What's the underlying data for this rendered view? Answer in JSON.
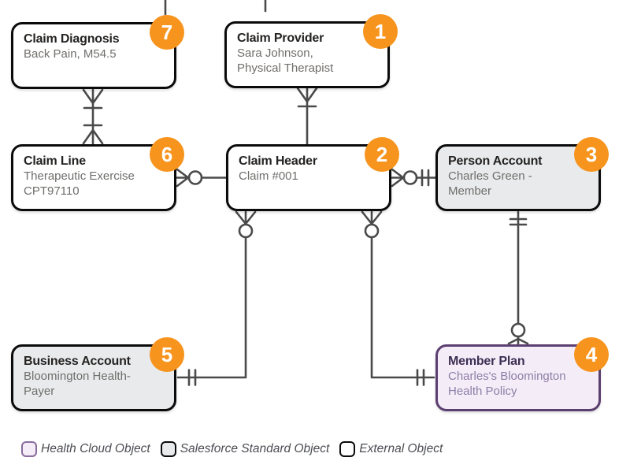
{
  "colors": {
    "background": "#FFFFFF",
    "badge": "#F7941E",
    "badge_text": "#FFFFFF",
    "connector": "#4A4A4A",
    "node_border": "#0B0B0B",
    "external_fill": "#FFFFFF",
    "standard_fill": "#E8EAEC",
    "healthcloud_fill": "#F4EDF8",
    "healthcloud_border": "#5C3F71",
    "legend_healthcloud_border": "#8A6B9E",
    "title_text": "#252321",
    "subtitle_text": "#706E6B",
    "healthcloud_title_text": "#3E2F54",
    "healthcloud_subtitle_text": "#8E7DA6",
    "legend_text": "#4B4D52"
  },
  "diagram": {
    "boxes": [
      {
        "badge": "7",
        "title": "Claim Diagnosis",
        "lines": [
          "Back Pain, M54.5"
        ],
        "type": "external"
      },
      {
        "badge": "1",
        "title": "Claim Provider",
        "lines": [
          "Sara Johnson,",
          "Physical Therapist"
        ],
        "type": "external"
      },
      {
        "badge": "6",
        "title": "Claim Line",
        "lines": [
          "Therapeutic Exercise",
          "CPT97110"
        ],
        "type": "external"
      },
      {
        "badge": "2",
        "title": "Claim Header",
        "lines": [
          "Claim #001"
        ],
        "type": "external"
      },
      {
        "badge": "3",
        "title": "Person Account",
        "lines": [
          "Charles Green -",
          "Member"
        ],
        "type": "standard"
      },
      {
        "badge": "5",
        "title": "Business Account",
        "lines": [
          "Bloomington Health-",
          "Payer"
        ],
        "type": "standard"
      },
      {
        "badge": "4",
        "title": "Member Plan",
        "lines": [
          "Charles's Bloomington",
          "Health Policy"
        ],
        "type": "healthcloud"
      }
    ],
    "connectors": [
      {
        "from": "Claim Diagnosis",
        "to": "Claim Line",
        "from_end": "many (crow's foot + bar)",
        "to_end": "many (crow's foot + bar)"
      },
      {
        "from": "Claim Provider",
        "to": "Claim Header",
        "from_end": "many (crow's foot + bar)",
        "to_end": "plain"
      },
      {
        "from": "Claim Line",
        "to": "Claim Header",
        "from_end": "zero or many (crow's foot + circle)",
        "to_end": "plain"
      },
      {
        "from": "Claim Header",
        "to": "Person Account",
        "from_end": "zero or many (crow's foot + circle)",
        "to_end": "exactly one (double bar)"
      },
      {
        "from": "Claim Header",
        "to": "Business Account",
        "from_end": "zero or many (crow's foot + circle)",
        "to_end": "exactly one (double bar)"
      },
      {
        "from": "Claim Header",
        "to": "Member Plan",
        "from_end": "zero or many (crow's foot + circle)",
        "to_end": "exactly one (double bar)"
      },
      {
        "from": "Person Account",
        "to": "Member Plan",
        "from_end": "exactly one (double bar)",
        "to_end": "zero or many (crow's foot + circle)"
      }
    ],
    "legend": [
      {
        "label": "Health Cloud Object",
        "type": "healthcloud"
      },
      {
        "label": "Salesforce Standard Object",
        "type": "standard"
      },
      {
        "label": "External Object",
        "type": "external"
      }
    ]
  }
}
